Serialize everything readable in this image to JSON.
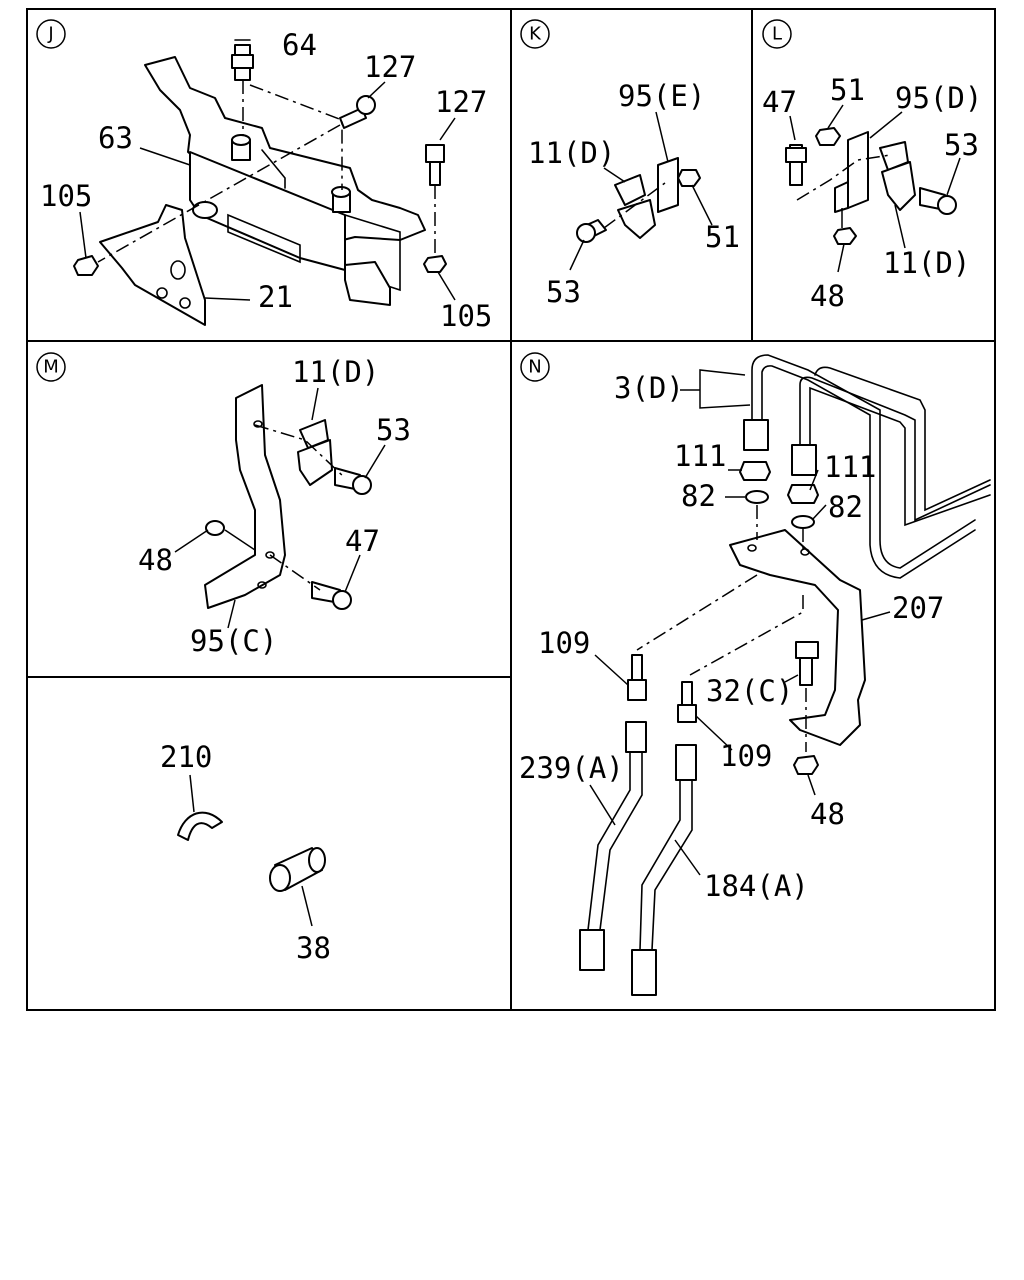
{
  "sections": [
    {
      "id": "J",
      "letter": "J"
    },
    {
      "id": "K",
      "letter": "K"
    },
    {
      "id": "L",
      "letter": "L"
    },
    {
      "id": "M",
      "letter": "M"
    },
    {
      "id": "N",
      "letter": "N"
    }
  ],
  "labels": {
    "J": {
      "p64": "64",
      "p127a": "127",
      "p127b": "127",
      "p63": "63",
      "p105a": "105",
      "p105b": "105",
      "p21": "21"
    },
    "K": {
      "p95e": "95(E)",
      "p11d": "11(D)",
      "p51": "51",
      "p53": "53"
    },
    "L": {
      "p47": "47",
      "p51": "51",
      "p95d": "95(D)",
      "p53": "53",
      "p11d": "11(D)",
      "p48": "48"
    },
    "M": {
      "p11d": "11(D)",
      "p53": "53",
      "p48": "48",
      "p47": "47",
      "p95c": "95(C)"
    },
    "O": {
      "p210": "210",
      "p38": "38"
    },
    "N": {
      "p3d": "3(D)",
      "p111a": "111",
      "p111b": "111",
      "p82a": "82",
      "p82b": "82",
      "p207": "207",
      "p109a": "109",
      "p109b": "109",
      "p32c": "32(C)",
      "p239a": "239(A)",
      "p184a": "184(A)",
      "p48": "48"
    }
  }
}
